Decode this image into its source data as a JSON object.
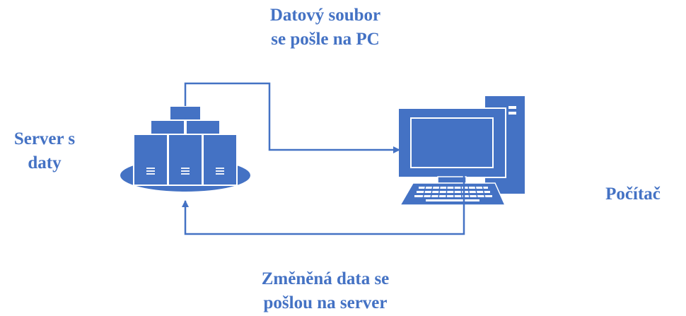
{
  "colors": {
    "accent": "#4472C4",
    "device_fill": "#4472C4",
    "device_detail": "#ffffff",
    "text": "#4472C4"
  },
  "labels": {
    "top": [
      "Datový soubor",
      "se pošle na PC"
    ],
    "bottom": [
      "Změněná data se",
      "pošlou na server"
    ],
    "server": [
      "Server s",
      "daty"
    ],
    "computer": "Počítač"
  },
  "icons": {
    "server": "server-cluster-icon",
    "computer": "desktop-computer-icon"
  }
}
